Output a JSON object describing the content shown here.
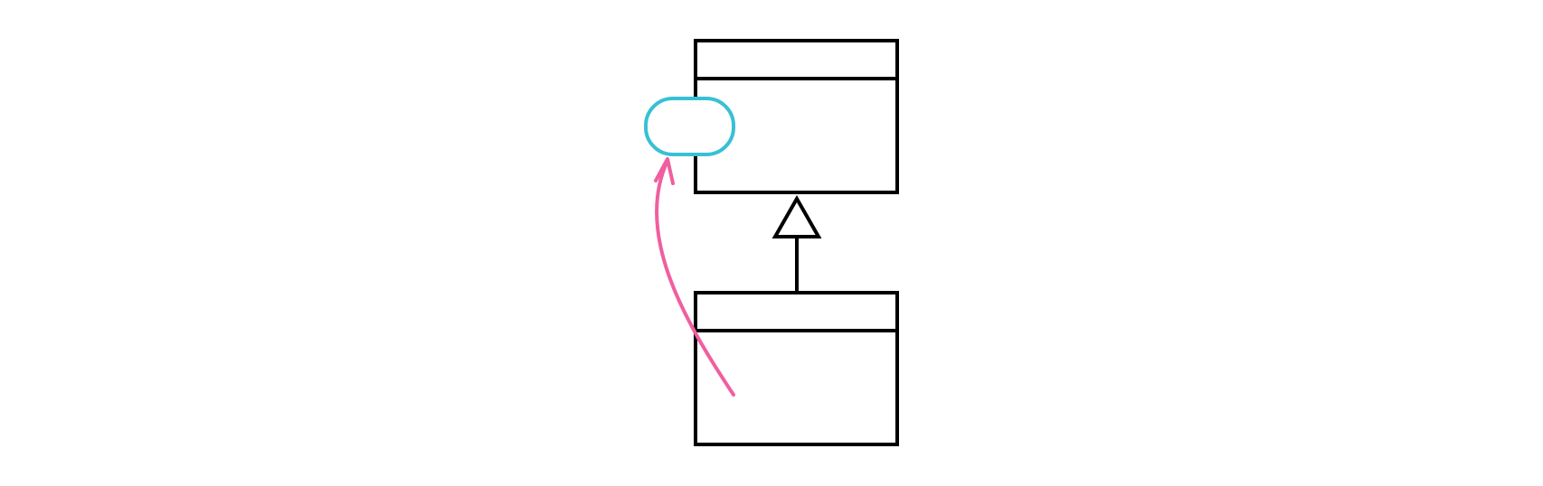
{
  "diagram": {
    "colors": {
      "background": "#ffffff",
      "stroke": "#000000",
      "highlight": "#38c0d4",
      "annotation_arrow": "#f05fa0"
    },
    "elements": {
      "parent_class": {
        "shape": "uml-class-box",
        "compartments": 2,
        "label": ""
      },
      "child_class": {
        "shape": "uml-class-box",
        "compartments": 2,
        "label": ""
      },
      "inheritance": {
        "shape": "generalization-arrow",
        "from": "child_class",
        "to": "parent_class"
      },
      "highlight_marker": {
        "shape": "rounded-capsule",
        "on": "parent_class"
      },
      "annotation_arrow": {
        "shape": "curved-arrow",
        "from": "child_class",
        "to": "highlight_marker"
      }
    }
  }
}
